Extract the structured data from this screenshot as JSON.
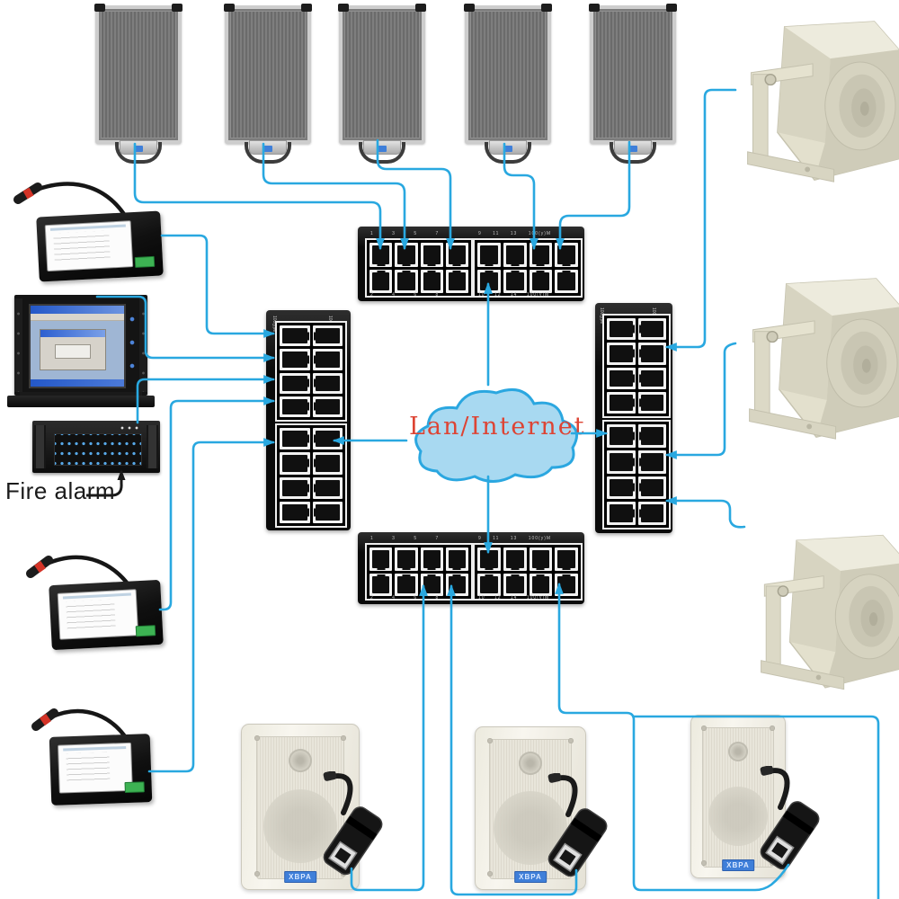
{
  "cloud": {
    "label": "Lan/Internet"
  },
  "labels": {
    "fire_alarm": "Fire alarm",
    "wall_speaker_brand": "XBPA"
  },
  "switch_ports": {
    "horizontal_top_row_left": [
      "1",
      "3",
      "5",
      "7"
    ],
    "horizontal_top_row_right": [
      "9",
      "11",
      "13",
      "100(y)M"
    ],
    "horizontal_bottom_row_left": [
      "2",
      "4",
      "6",
      "8"
    ],
    "horizontal_bottom_row_right": [
      "10",
      "12",
      "14",
      "100(y)M"
    ],
    "vertical_corner_label": "100(y)M"
  },
  "colors": {
    "wire_cyan": "#29a8e0",
    "cloud_fill": "#a8d9f1",
    "cloud_stroke": "#2ba7e0",
    "cloud_text_red": "#dd4434",
    "switch_black": "#0a0a0a",
    "horn_cream": "#e3e0cd",
    "wall_speaker_label_blue": "#3f7fd9",
    "fire_led_blue": "#57a8e8"
  },
  "components": {
    "column_speakers": 5,
    "horn_speakers": 3,
    "wall_speakers": 3,
    "paging_consoles": 3,
    "pc_workstation": 1,
    "fire_alarm_host": 1,
    "network_switches": 4,
    "cloud": 1
  },
  "connections": [
    "column-speaker-1 → switch-top",
    "column-speaker-2 → switch-top",
    "column-speaker-3 → switch-top",
    "column-speaker-4 → switch-top",
    "column-speaker-5 → switch-top",
    "paging-console-1 → switch-left",
    "pc-workstation → switch-left",
    "fire-alarm-host → switch-left",
    "paging-console-2 → switch-left",
    "paging-console-3 → switch-left",
    "lan-internet-cloud ↔ switch-top",
    "lan-internet-cloud ↔ switch-bottom",
    "lan-internet-cloud ↔ switch-left",
    "lan-internet-cloud ↔ switch-right",
    "switch-right → horn-speaker-1",
    "switch-right → horn-speaker-2",
    "switch-right → horn-speaker-3",
    "wall-speaker-1 → switch-bottom",
    "wall-speaker-2 → switch-bottom",
    "wall-speaker-3 → switch-bottom"
  ]
}
